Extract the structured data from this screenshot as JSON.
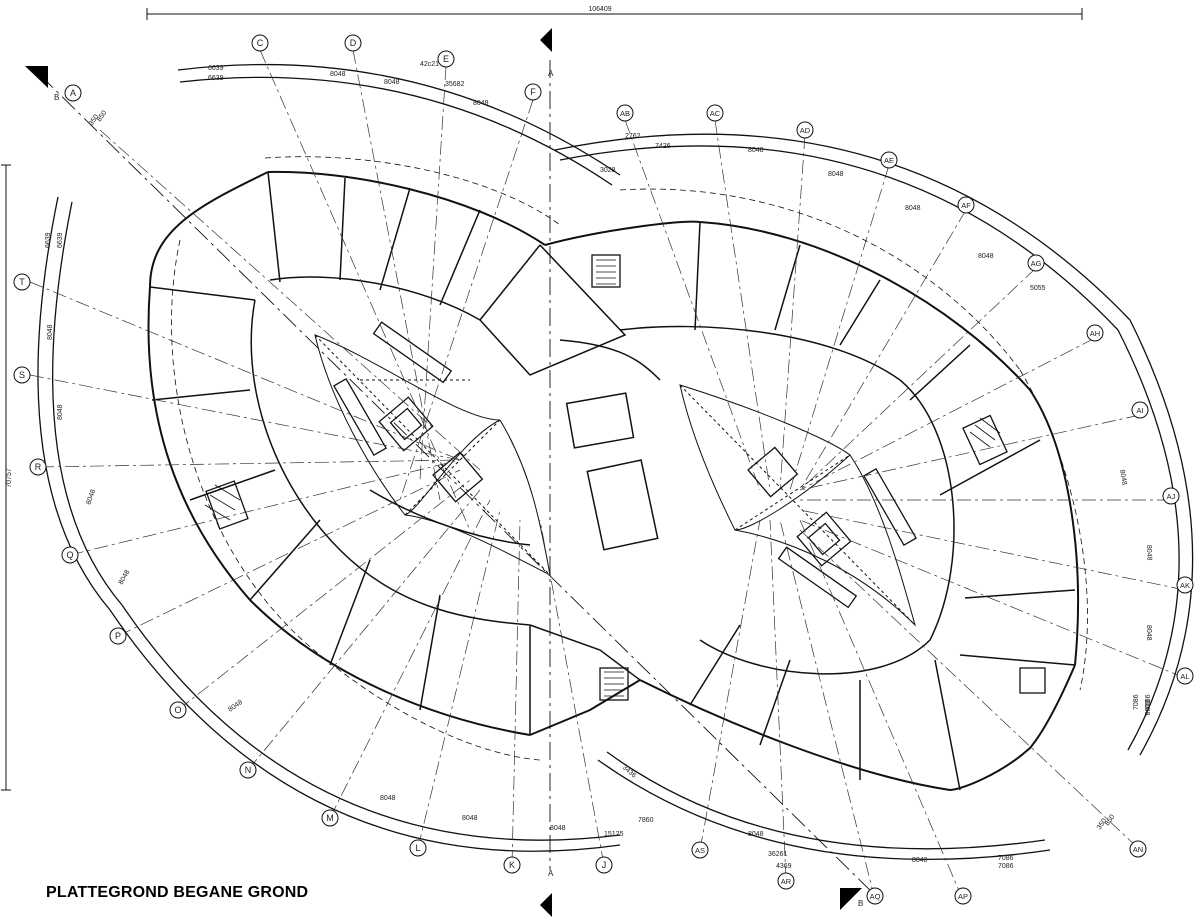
{
  "title": "PLATTEGROND BEGANE GROND",
  "overall_width_dim": "106409",
  "overall_height_dim": "70757",
  "section_marks": {
    "a": "A",
    "b": "B"
  },
  "axes_left": [
    "C",
    "D",
    "E",
    "F",
    "A",
    "T",
    "S",
    "R",
    "Q",
    "P",
    "O",
    "N",
    "M",
    "L",
    "K",
    "J"
  ],
  "axes_right": [
    "AB",
    "AC",
    "AD",
    "AE",
    "AF",
    "AG",
    "AH",
    "AI",
    "AJ",
    "AK",
    "AL",
    "AR",
    "AQ",
    "AP",
    "AN",
    "AS"
  ],
  "dims_left_top": [
    "6639",
    "42c21",
    "8048",
    "8048",
    "8048",
    "35682",
    "6639"
  ],
  "dims_right_top": [
    "7426",
    "8048",
    "8048",
    "8048",
    "8048",
    "2762",
    "5055",
    "3028"
  ],
  "dims_left_side": [
    "6639",
    "6639",
    "8048",
    "8048",
    "8048",
    "8048"
  ],
  "dims_right_side": [
    "8048",
    "8048",
    "8048",
    "8048",
    "7086",
    "7086"
  ],
  "dims_bottom": [
    "8048",
    "8048",
    "8048",
    "15125",
    "7860",
    "8048",
    "7086",
    "7086",
    "4369",
    "36261",
    "8048",
    "8048",
    "3436"
  ],
  "dims_misc": [
    "350",
    "850",
    "3500",
    "350",
    "850",
    "3500"
  ]
}
